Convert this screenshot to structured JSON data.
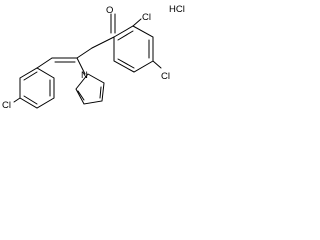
{
  "molecule": {
    "salt_label": "HCl",
    "atoms": {
      "cl_phenyl": "Cl",
      "cl_aryl_top": "Cl",
      "cl_aryl_right": "Cl",
      "oxygen": "O",
      "nitrogen": "N"
    }
  }
}
